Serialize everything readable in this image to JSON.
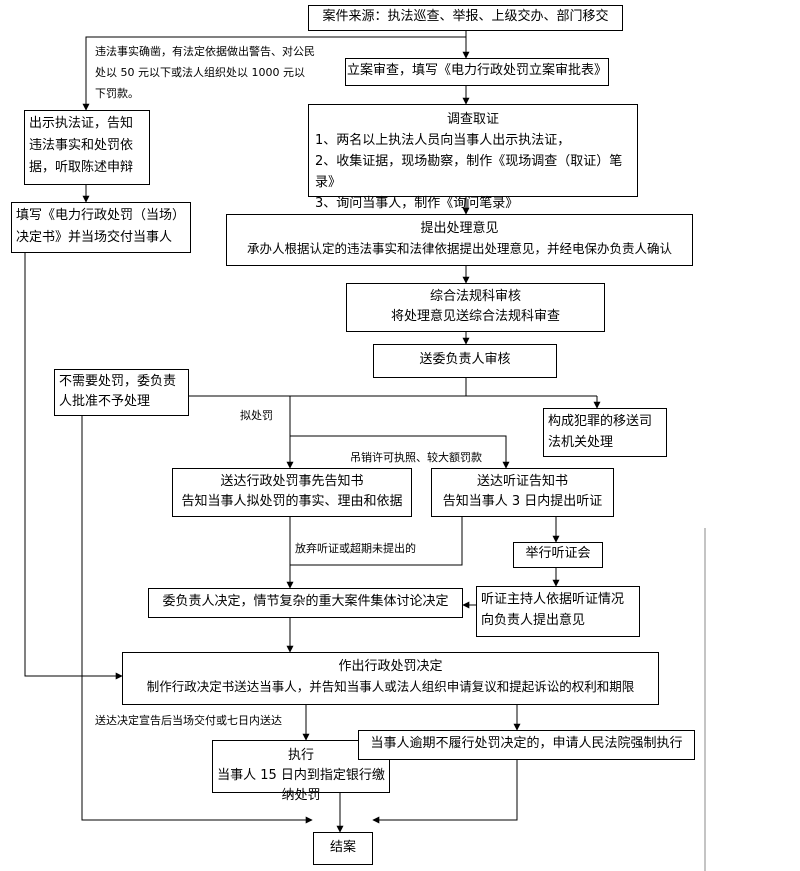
{
  "nodes": {
    "source": "案件来源：执法巡查、举报、上级交办、部门移交",
    "filing": "立案审查，填写《电力行政处罚立案审批表》",
    "investigate": {
      "title": "调查取证",
      "lines": [
        "1、两名以上执法人员向当事人出示执法证，",
        "2、收集证据，现场勘察，制作《现场调查（取证）笔录》",
        "3、询问当事人，制作《询问笔录》"
      ]
    },
    "propose": {
      "title": "提出处理意见",
      "body": "承办人根据认定的违法事实和法律依据提出处理意见，并经电保办负责人确认"
    },
    "legal_review": {
      "title": "综合法规科审核",
      "body": "将处理意见送综合法规科审查"
    },
    "committee_review": "送委负责人审核",
    "show_cert": "出示执法证，告知违法事实和处罚依据，听取陈述申辩",
    "onsite_form": "填写《电力行政处罚（当场）决定书》并当场交付当事人",
    "no_penalty": "不需要处罚，委负责人批准不予处理",
    "criminal": "构成犯罪的移送司法机关处理",
    "prior_notice": {
      "title": "送达行政处罚事先告知书",
      "body": "告知当事人拟处罚的事实、理由和依据"
    },
    "hearing_notice": {
      "title": "送达听证告知书",
      "body": "告知当事人 3 日内提出听证"
    },
    "hearing": "举行听证会",
    "hearing_opinion": "听证主持人依据听证情况向负责人提出意见",
    "decide": "委负责人决定，情节复杂的重大案件集体讨论决定",
    "decision": {
      "title": "作出行政处罚决定",
      "body": "制作行政决定书送达当事人，并告知当事人或法人组织申请复议和提起诉讼的权利和期限"
    },
    "execute": {
      "title": "执行",
      "body": "当事人 15 日内到指定银行缴纳处罚"
    },
    "enforce": "当事人逾期不履行处罚决定的，申请人民法院强制执行",
    "close": "结案"
  },
  "labels": {
    "simple_case": "违法事实确凿，有法定依据做出警告、对公民处以 50 元以下或法人组织处以 1000 元以下罚款。",
    "proposed_penalty": "拟处罚",
    "revoke_license": "吊销许可执照、较大额罚款",
    "waived_hearing": "放弃听证或超期未提出的",
    "deliver_note": "送达决定宣告后当场交付或七日内送达"
  },
  "colors": {
    "line": "#000000",
    "box_border": "#000000",
    "background": "#ffffff"
  }
}
